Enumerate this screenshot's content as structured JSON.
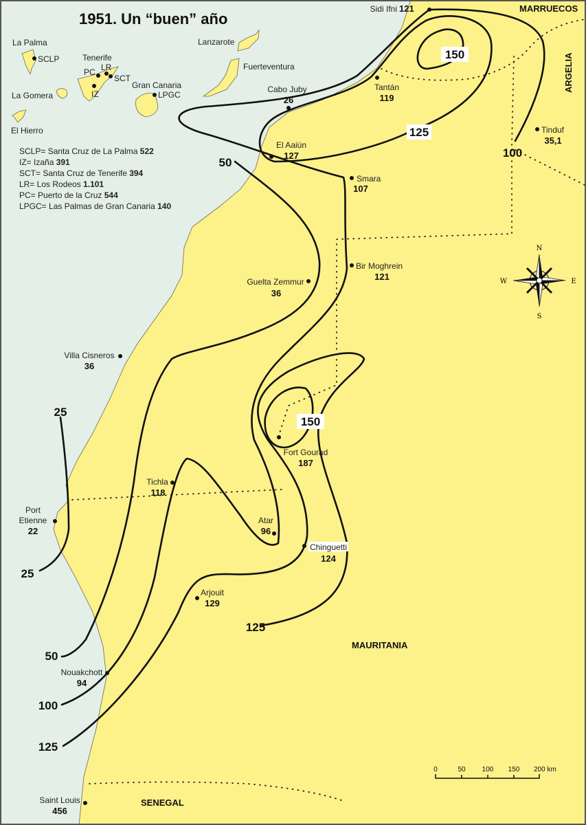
{
  "title": "1951. Un “buen” año",
  "colors": {
    "sea": "#e3efe7",
    "land": "#fdf18a",
    "contour": "#111111"
  },
  "islands": [
    "La Palma",
    "Tenerife",
    "La Gomera",
    "El Hierro",
    "Gran Canaria",
    "Lanzarote",
    "Fuerteventura"
  ],
  "island_stations": [
    "SCLP",
    "PC",
    "LR",
    "SCT",
    "IZ",
    "LPGC"
  ],
  "legend": [
    {
      "text": "SCLP= Santa Cruz de La Palma ",
      "value": "522"
    },
    {
      "text": "IZ= Izaña ",
      "value": "391"
    },
    {
      "text": "SCT= Santa Cruz de Tenerife ",
      "value": "394"
    },
    {
      "text": "LR= Los Rodeos ",
      "value": "1.101"
    },
    {
      "text": "PC= Puerto de la Cruz ",
      "value": "544"
    },
    {
      "text": "LPGC= Las Palmas de Gran Canaria ",
      "value": "140"
    }
  ],
  "countries": {
    "morocco": "MARRUECOS",
    "algeria": "ARGELIA",
    "mauritania": "MAURITANIA",
    "senegal": "SENEGAL"
  },
  "stations": [
    {
      "name": "Sidi Ifni",
      "value": "121"
    },
    {
      "name": "Tantán",
      "value": "119"
    },
    {
      "name": "Cabo Juby",
      "value": "26"
    },
    {
      "name": "El Aaiún",
      "value": "127"
    },
    {
      "name": "Smara",
      "value": "107"
    },
    {
      "name": "Tinduf",
      "value": "35,1"
    },
    {
      "name": "Bir Moghrein",
      "value": "121"
    },
    {
      "name": "Guelta Zemmur",
      "value": "36"
    },
    {
      "name": "Villa Cisneros",
      "value": "36"
    },
    {
      "name": "Fort Gourad",
      "value": "187"
    },
    {
      "name": "Tichla",
      "value": "118"
    },
    {
      "name": "Port",
      "value": "22",
      "name2": "Etienne"
    },
    {
      "name": "Atar",
      "value": "96"
    },
    {
      "name": "Chinguetti",
      "value": "124"
    },
    {
      "name": "Arjouit",
      "value": "129"
    },
    {
      "name": "Nouakchott",
      "value": "94"
    },
    {
      "name": "Saint Louis",
      "value": "456"
    }
  ],
  "contour_labels": [
    "150",
    "125",
    "100",
    "50",
    "150",
    "25",
    "25",
    "50",
    "100",
    "125",
    "125"
  ],
  "compass": {
    "n": "N",
    "s": "S",
    "e": "E",
    "w": "W"
  },
  "scale": {
    "ticks": [
      "0",
      "50",
      "100",
      "150",
      "200 km"
    ]
  }
}
